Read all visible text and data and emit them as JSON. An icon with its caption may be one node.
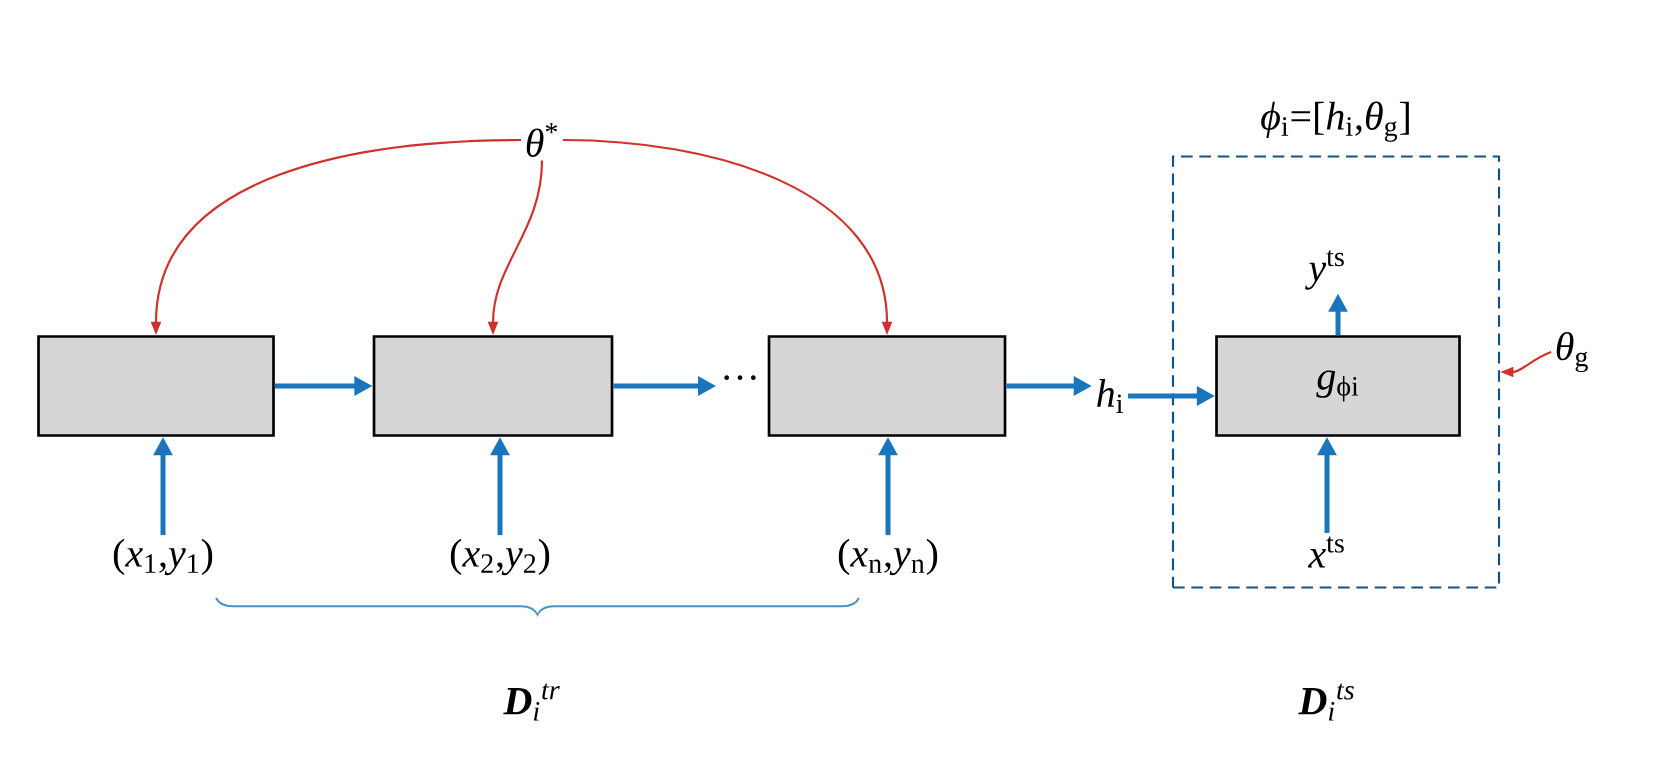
{
  "diagram": {
    "nodes": [
      {
        "text": [
          "*θ*$^{*}$"
        ]
      },
      {
        "text": [],
        "shape": "box"
      },
      {
        "text": [],
        "shape": "box"
      },
      {
        "text": [
          "···"
        ]
      },
      {
        "text": [],
        "shape": "box"
      },
      {
        "text": [
          "*h*$_{i}$"
        ]
      },
      {
        "text": [
          "*ϕ*$_{i}$=[*h*$_{i}$,*θ*$_{g}$]"
        ]
      },
      {
        "text": [
          "*y*$^{ts}$"
        ],
        "in": 6
      },
      {
        "text": [
          "*g*$_{ϕi}$"
        ],
        "in": 6
      },
      {
        "text": [
          "*x*$^{ts}$"
        ],
        "in": 6
      },
      {
        "text": [
          "(*x*$_{1}$,*y*$_{1}$)"
        ]
      },
      {
        "text": [
          "(*x*$_{2}$,*y*$_{2}$)"
        ]
      },
      {
        "text": [
          "(*x*$_{n}$,*y*$_{n}$)"
        ]
      },
      {
        "text": [
          "*θ*$_{g}$"
        ]
      }
    ],
    "edges": [
      {
        "from": 0,
        "to": 1,
        "arrow": "to",
        "color": "#d0312d"
      },
      {
        "from": 0,
        "to": 2,
        "arrow": "to",
        "color": "#d0312d"
      },
      {
        "from": 0,
        "to": 4,
        "arrow": "to",
        "color": "#d0312d"
      },
      {
        "from": 1,
        "to": 2,
        "arrow": "to"
      },
      {
        "from": 2,
        "to": 3,
        "arrow": "to"
      },
      {
        "from": 4,
        "to": 5,
        "arrow": "to"
      },
      {
        "from": 5,
        "to": 8,
        "arrow": "to"
      },
      {
        "from": 10,
        "to": 1,
        "arrow": "to"
      },
      {
        "from": 11,
        "to": 2,
        "arrow": "to"
      },
      {
        "from": 12,
        "to": 4,
        "arrow": "to"
      },
      {
        "from": 9,
        "to": 8,
        "arrow": "to"
      },
      {
        "from": 8,
        "to": 7,
        "arrow": "to"
      },
      {
        "from": 13,
        "to": 6,
        "arrow": "to",
        "color": "#d0312d"
      }
    ],
    "labels": [
      "**D**$_{i}$$^{tr}$",
      "**D**$_{i}$$^{ts}$"
    ]
  }
}
